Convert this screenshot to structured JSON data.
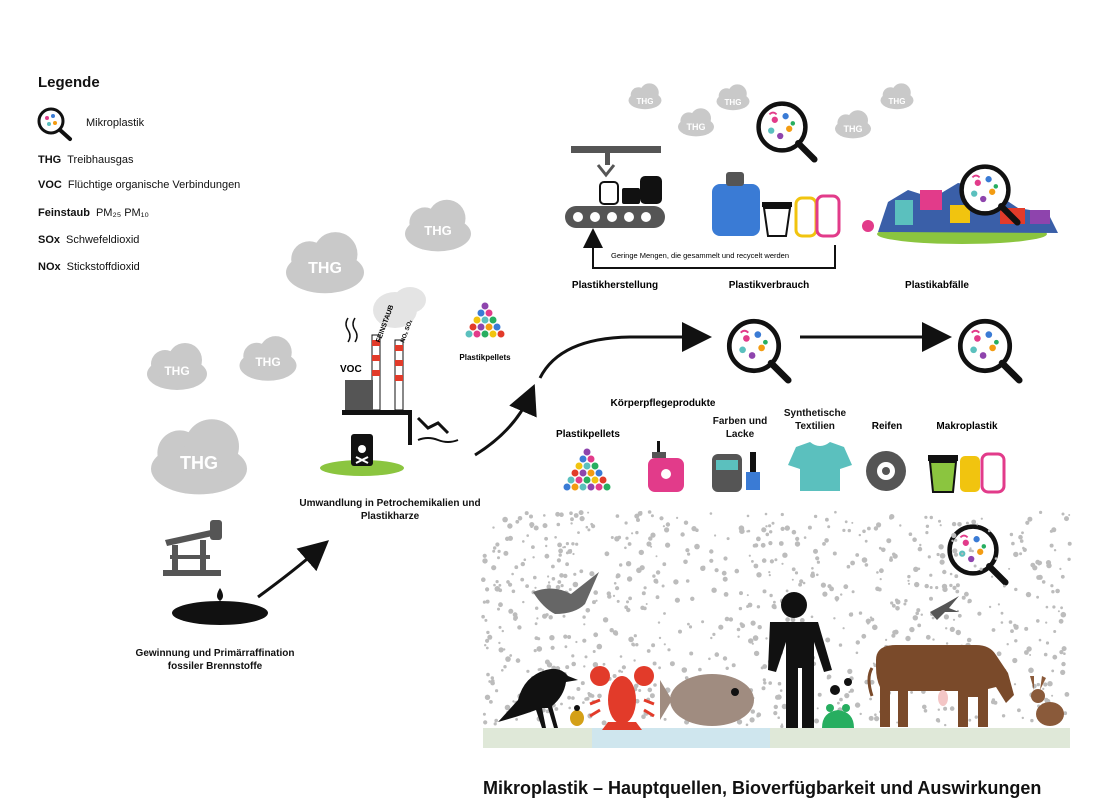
{
  "legend": {
    "title": "Legende",
    "microplastic": "Mikroplastik",
    "items": [
      {
        "abbr": "THG",
        "text": "Treibhausgas"
      },
      {
        "abbr": "VOC",
        "text": "Flüchtige organische Verbindungen"
      },
      {
        "abbr": "Feinstaub",
        "text": "PM₂₅ PM₁₀"
      },
      {
        "abbr": "SOx",
        "text": "Schwefeldioxid"
      },
      {
        "abbr": "NOx",
        "text": "Stickstoffdioxid"
      }
    ]
  },
  "clouds": {
    "label": "THG"
  },
  "factory": {
    "voc": "VOC",
    "feinstaub": "FEINSTAUB",
    "gases": "NOₓ SOₓ",
    "pellets": "Plastikpellets"
  },
  "stages": {
    "extraction": "Gewinnung und Primärraffination fossiler Brennstoffe",
    "conversion": "Umwandlung in Petrochemikalien und Plastikharze"
  },
  "lifecycle": {
    "production": "Plastikherstellung",
    "consumption": "Plastikverbrauch",
    "waste": "Plastikabfälle",
    "recycle": "Geringe Mengen, die gesammelt und recycelt werden"
  },
  "sources": {
    "title": "Körperpflegeprodukte",
    "pellets": "Plastikpellets",
    "paints": "Farben und Lacke",
    "textiles": "Synthetische Textilien",
    "tires": "Reifen",
    "macro": "Makroplastik"
  },
  "caption": "Mikroplastik – Hauptquellen, Bioverfügbarkeit und Auswirkungen",
  "colors": {
    "cloud": "#c9c9c9",
    "ground": "#dfe8d8",
    "water": "#cfe6ee",
    "cow": "#7a4a2a",
    "fish": "#a08c80",
    "lobster": "#e23b2a",
    "green_spill": "#8bc53f"
  }
}
